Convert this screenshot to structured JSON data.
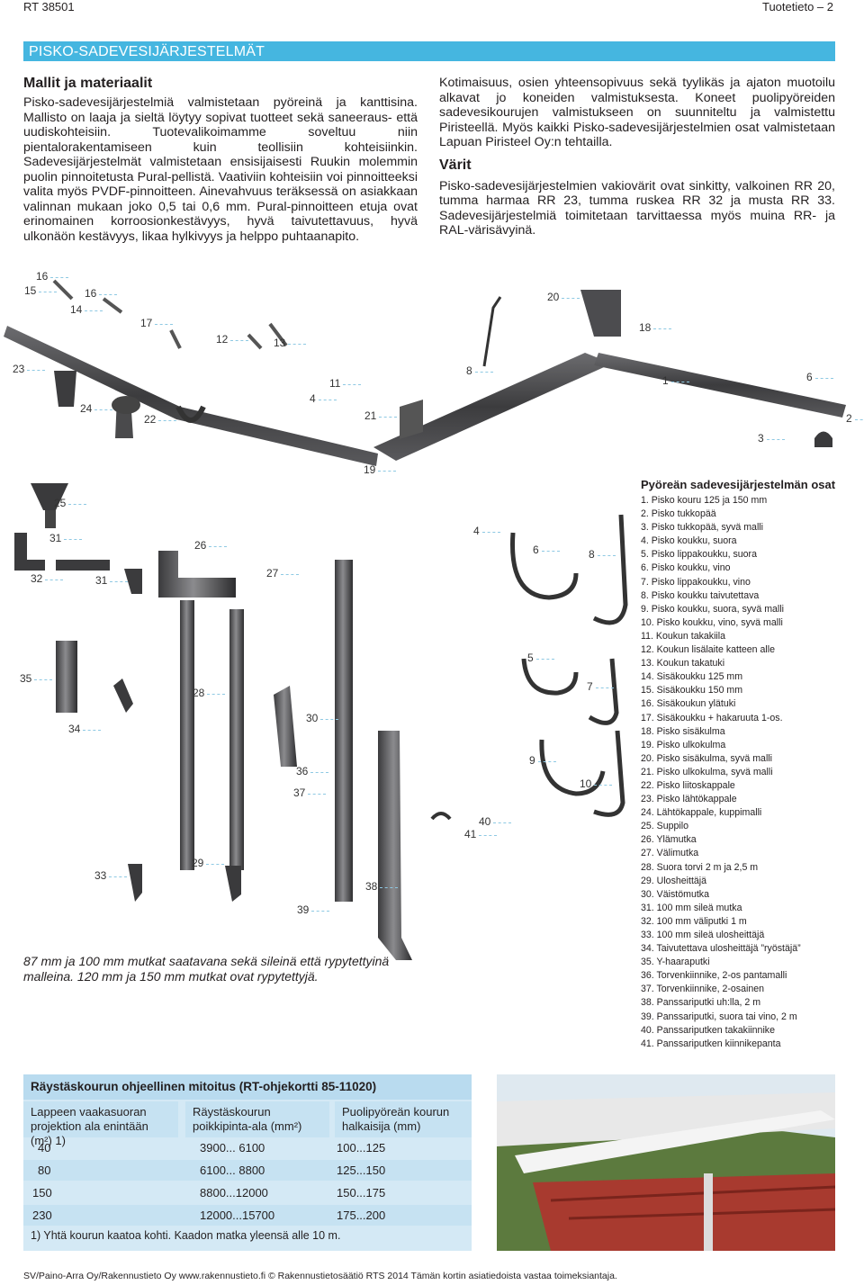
{
  "header": {
    "left": "RT 38501",
    "right": "Tuotetieto – 2"
  },
  "banner": "PISKO-SADEVESIJÄRJESTELMÄT",
  "intro": {
    "heading": "Mallit ja materiaalit",
    "text": "Pisko-sadevesijärjestelmiä valmistetaan pyöreinä ja kanttisina. Mallisto on laaja ja sieltä löytyy sopivat tuotteet sekä saneeraus- että uudiskohteisiin. Tuotevalikoimamme soveltuu niin pientalorakentamiseen kuin teollisiin kohteisiinkin. Sadevesijärjestelmät valmistetaan ensisijaisesti Ruukin molemmin puolin pinnoitetusta Pural-pellistä. Vaativiin kohteisiin voi pinnoitteeksi valita myös PVDF-pinnoitteen. Ainevahvuus teräksessä on asiakkaan valinnan mukaan joko 0,5 tai 0,6 mm. Pural-pinnoitteen etuja ovat erinomainen korroosionkestävyys, hyvä taivutettavuus, hyvä ulkonäön kestävyys, likaa hylkivyys ja helppo puhtaanapito."
  },
  "right_text": {
    "para1": "Kotimaisuus, osien yhteensopivuus sekä tyylikäs ja ajaton muotoilu alkavat jo koneiden valmistuksesta. Koneet puolipyöreiden sadevesikourujen valmistukseen on suunniteltu ja valmistettu Piristeellä. Myös kaikki Pisko-sadevesijärjestelmien osat valmistetaan Lapuan Piristeel Oy:n tehtailla.",
    "heading": "Värit",
    "para2": "Pisko-sadevesijärjestelmien vakiovärit ovat sinkitty, valkoinen RR 20, tumma harmaa RR 23, tumma ruskea RR 32 ja musta RR 33. Sadevesijärjestelmiä toimitetaan tarvittaessa myös muina RR- ja RAL-värisävyinä."
  },
  "callouts": [
    "16",
    "15",
    "16",
    "14",
    "17",
    "12",
    "13",
    "23",
    "24",
    "22",
    "4",
    "11",
    "21",
    "20",
    "18",
    "8",
    "1",
    "6",
    "2",
    "3",
    "19",
    "25",
    "31",
    "32",
    "31",
    "26",
    "27",
    "35",
    "28",
    "34",
    "30",
    "36",
    "37",
    "33",
    "29",
    "39",
    "38",
    "4",
    "6",
    "8",
    "5",
    "7",
    "9",
    "10",
    "40",
    "41"
  ],
  "note": "87 mm ja 100 mm mutkat saatavana sekä sileinä että rypytettyinä malleina. 120 mm ja 150 mm mutkat ovat rypytettyjä.",
  "parts": {
    "title": "Pyöreän sadevesijärjestelmän osat",
    "items": [
      "1. Pisko kouru 125 ja 150 mm",
      "2. Pisko tukkopää",
      "3. Pisko tukkopää, syvä malli",
      "4. Pisko koukku, suora",
      "5. Pisko lippakoukku, suora",
      "6. Pisko koukku, vino",
      "7. Pisko lippakoukku, vino",
      "8. Pisko koukku taivutettava",
      "9. Pisko koukku, suora, syvä malli",
      "10. Pisko koukku, vino, syvä malli",
      "11. Koukun takakiila",
      "12. Koukun lisälaite katteen alle",
      "13. Koukun takatuki",
      "14. Sisäkoukku 125 mm",
      "15. Sisäkoukku 150 mm",
      "16. Sisäkoukun ylätuki",
      "17. Sisäkoukku + hakaruuta 1-os.",
      "18. Pisko sisäkulma",
      "19. Pisko ulkokulma",
      "20. Pisko sisäkulma, syvä malli",
      "21. Pisko ulkokulma, syvä malli",
      "22. Pisko liitoskappale",
      "23. Pisko lähtökappale",
      "24. Lähtökappale, kuppimalli",
      "25. Suppilo",
      "26. Ylämutka",
      "27. Välimutka",
      "28. Suora torvi 2 m ja 2,5 m",
      "29. Ulosheittäjä",
      "30. Väistömutka",
      "31. 100 mm sileä mutka",
      "32. 100 mm väliputki 1 m",
      "33. 100 mm sileä ulosheittäjä",
      "34. Taivutettava ulosheittäjä ”ryöstäjä”",
      "35. Y-haaraputki",
      "36. Torvenkiinnike, 2-os pantamalli",
      "37. Torvenkiinnike, 2-osainen",
      "38. Panssariputki uh:lla, 2 m",
      "39. Panssariputki, suora tai vino, 2 m",
      "40. Panssariputken takakiinnike",
      "41. Panssariputken kiinnikepanta"
    ]
  },
  "table": {
    "title": "Räystäskourun ohjeellinen mitoitus (RT-ohjekortti 85-11020)",
    "headers": [
      "Lappeen vaakasuoran projektion ala enintään (m²) 1)",
      "Räystäskourun poikkipinta-ala (mm²)",
      "Puolipyöreän kourun halkaisija (mm)"
    ],
    "rows": [
      [
        "40",
        "3900... 6100",
        "100...125"
      ],
      [
        "80",
        "6100... 8800",
        "125...150"
      ],
      [
        "150",
        "8800...12000",
        "150...175"
      ],
      [
        "230",
        "12000...15700",
        "175...200"
      ]
    ],
    "footnote": "1) Yhtä kourun kaatoa kohti. Kaadon matka yleensä alle 10 m."
  },
  "footer": "SV/Paino-Arra Oy/Rakennustieto Oy  www.rakennustieto.fi  © Rakennustietosäätiö RTS 2014  Tämän kortin asiatiedoista vastaa toimeksiantaja."
}
